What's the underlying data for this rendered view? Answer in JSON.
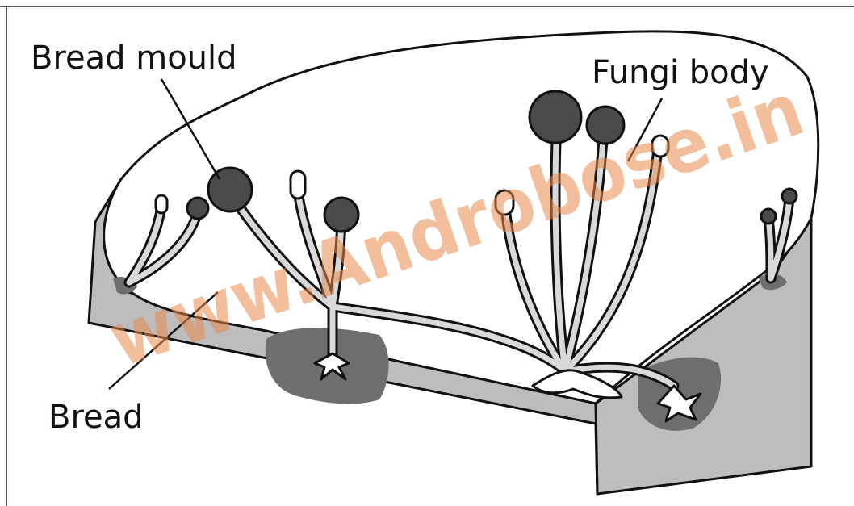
{
  "labels": {
    "bread_mould": "Bread mould",
    "fungi_body": "Fungi body",
    "bread": "Bread"
  },
  "watermark": {
    "text": "www.Androbose.in",
    "color": "#E8884A"
  },
  "colors": {
    "bread_side": "#BDBDBD",
    "mould_patch": "#6E6E6E",
    "sporangium": "#4A4A4A",
    "outline": "#111111",
    "hypha_fill": "#D9D9D9"
  }
}
